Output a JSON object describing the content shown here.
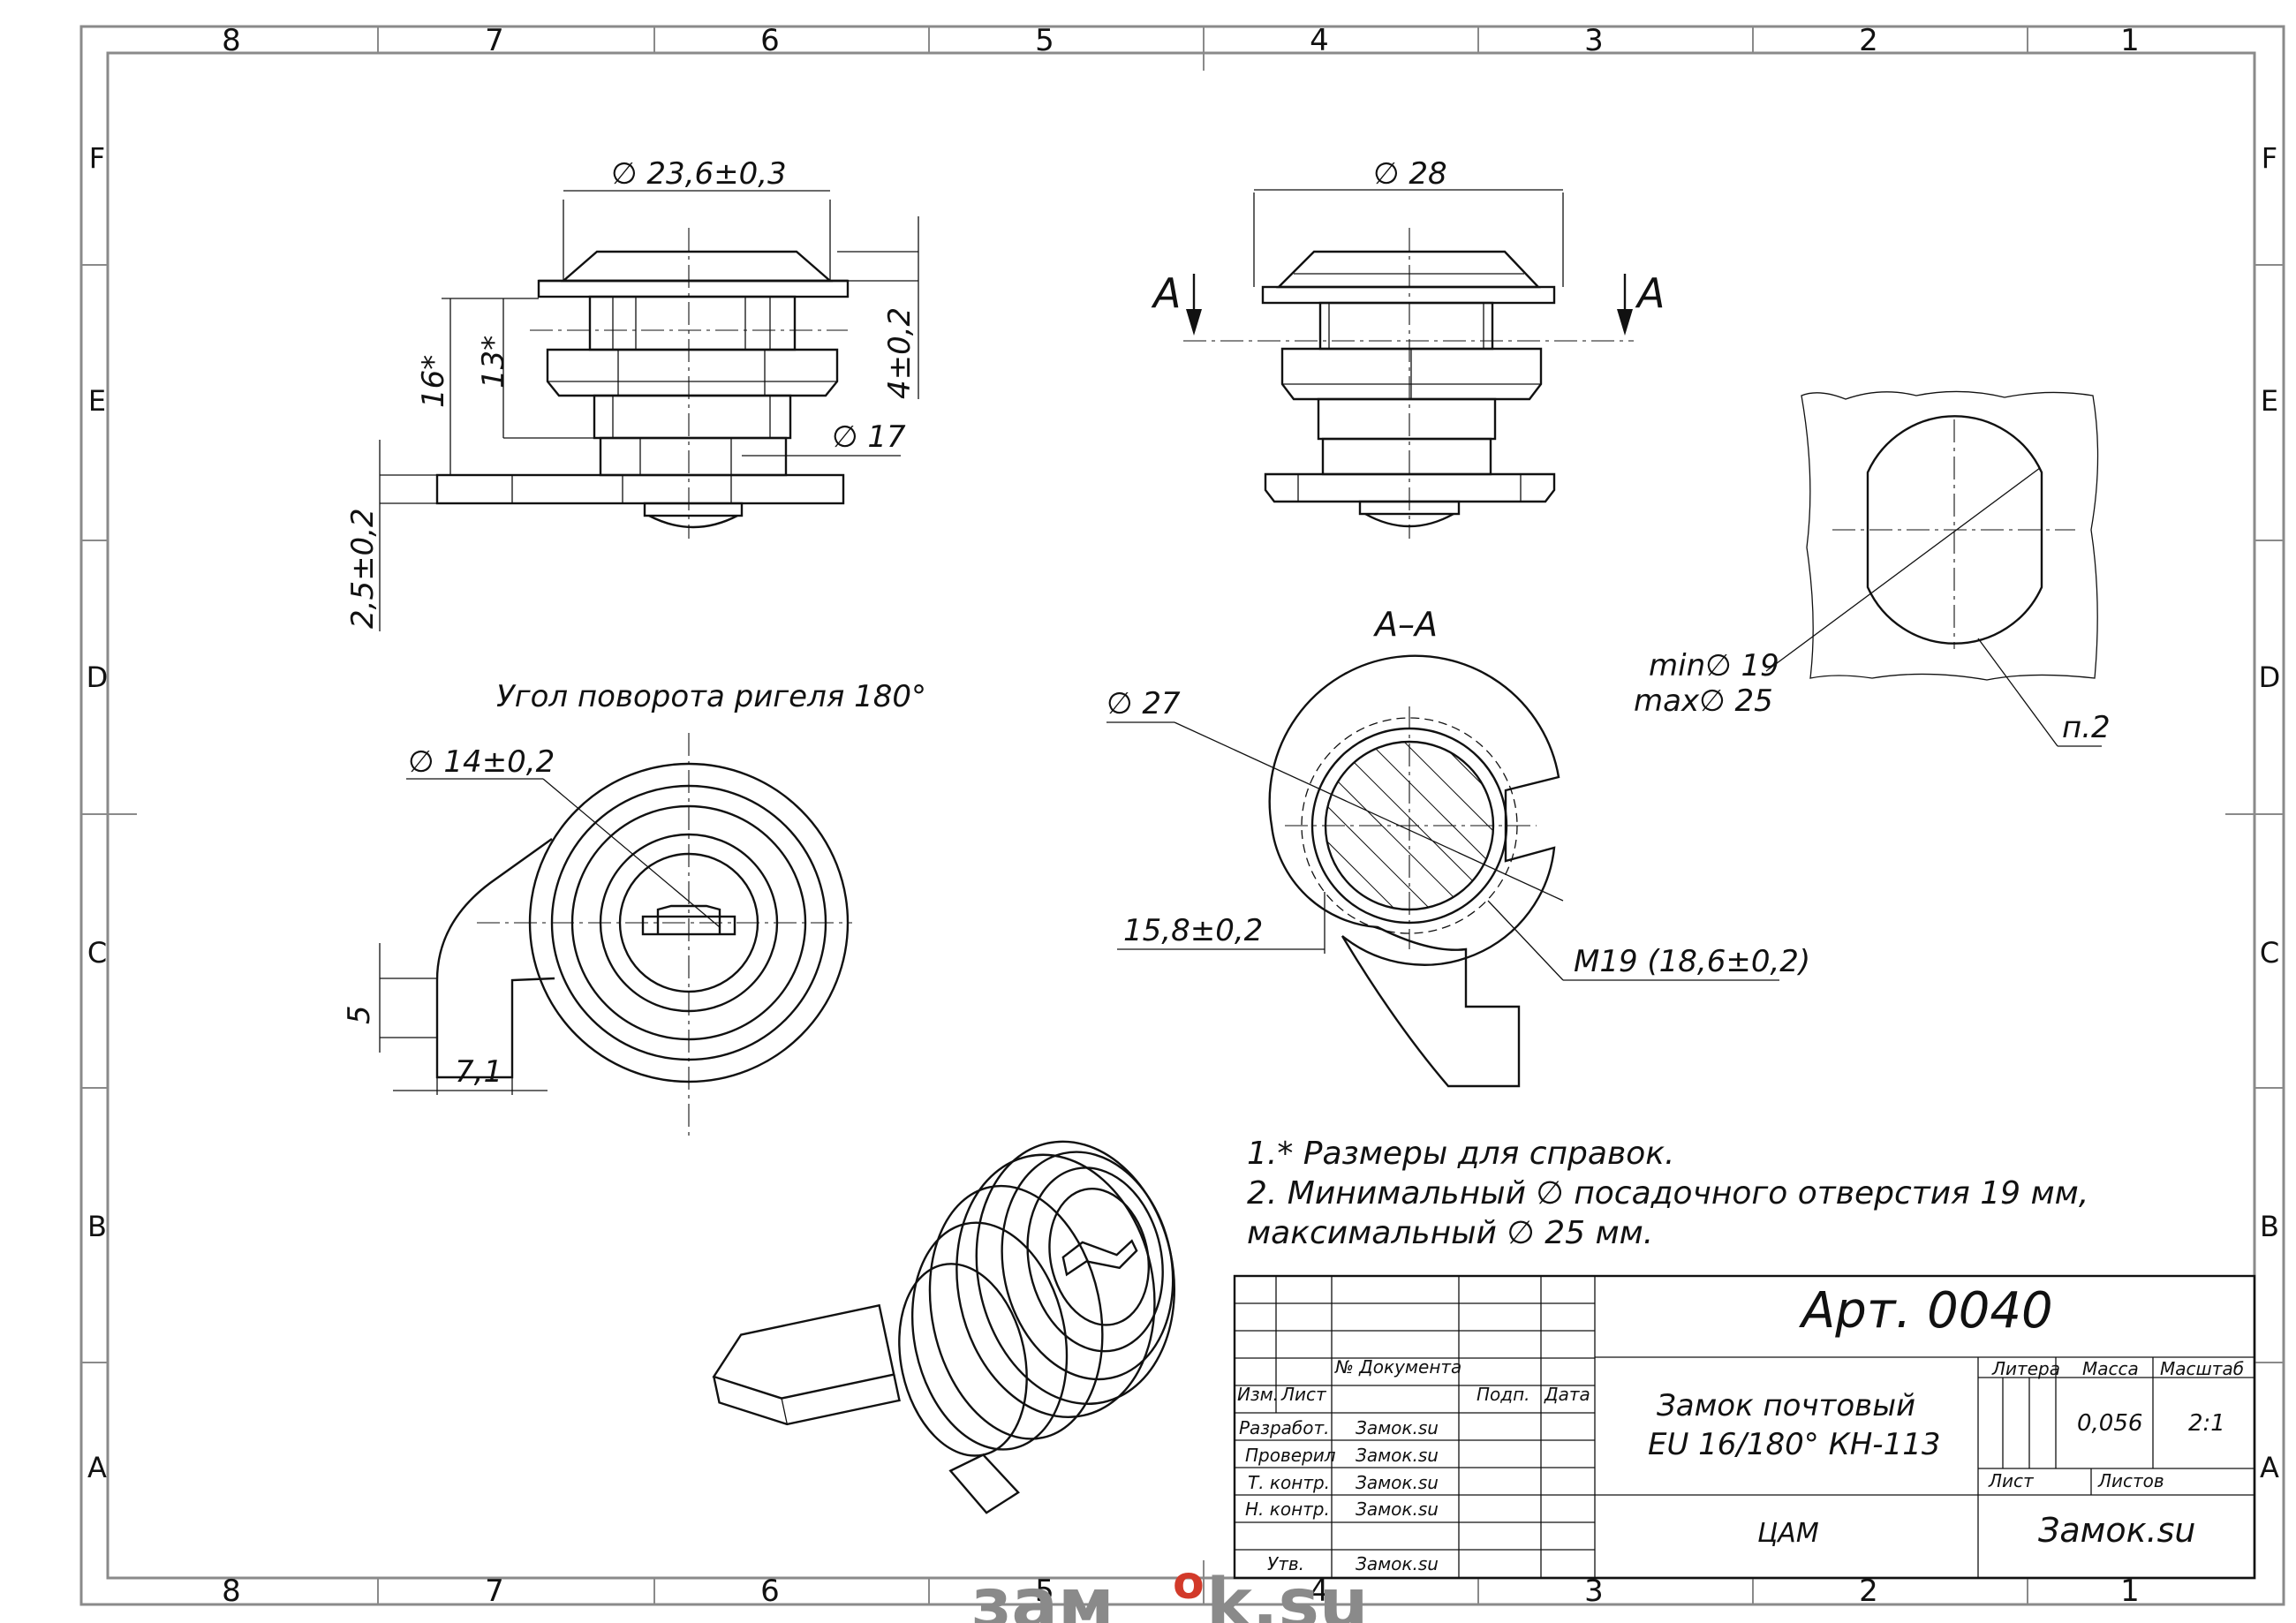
{
  "frame": {
    "zones_cols": [
      "8",
      "7",
      "6",
      "5",
      "4",
      "3",
      "2",
      "1"
    ],
    "zones_rows": [
      "F",
      "E",
      "D",
      "C",
      "B",
      "A"
    ]
  },
  "dimensions": {
    "d_flange": "∅ 23,6±0,3",
    "d_head": "∅ 28",
    "h_16": "16*",
    "h_13": "13*",
    "h_4": "4±0,2",
    "d_17": "∅ 17",
    "t_25": "2,5±0,2",
    "d_14": "∅ 14±0,2",
    "w_5": "5",
    "w_71": "7,1",
    "d_27": "∅ 27",
    "w_158": "15,8±0,2",
    "thread": "M19  (18,6±0,2)",
    "hole_min": "min∅ 19",
    "hole_max": "max∅ 25",
    "note_ref": "п.2"
  },
  "labels": {
    "section_left": "A",
    "section_right": "A",
    "section_title": "A–A",
    "rotation": "Угол поворота ригеля 180°"
  },
  "notes": [
    "1.* Размеры для справок.",
    "2. Минимальный ∅ посадочного отверстия 19 мм,",
    "максимальный ∅  25 мм."
  ],
  "title_block": {
    "article": "Арт. 0040",
    "name_line1": "Замок почтовый",
    "name_line2": "EU 16/180° КН-113",
    "material": "ЦАМ",
    "company": "Замок.su",
    "headers": {
      "doc_no": "№ Документа",
      "izm": "Изм.",
      "list": "Лист",
      "podp": "Подп.",
      "data": "Дата",
      "litera": "Литера",
      "massa": "Масса",
      "masshtab": "Масштаб",
      "list2": "Лист",
      "listov": "Листов"
    },
    "mass_value": "0,056",
    "scale_value": "2:1",
    "roles": [
      {
        "role": "Разработ.",
        "name": "Замок.su"
      },
      {
        "role": "Проверил",
        "name": "Замок.su"
      },
      {
        "role": "Т. контр.",
        "name": "Замок.su"
      },
      {
        "role": "Н. контр.",
        "name": "Замок.su"
      },
      {
        "role": "Утв.",
        "name": "Замок.su"
      }
    ]
  },
  "watermark": {
    "left": "зам",
    "o": "о",
    "right": "k.su"
  }
}
